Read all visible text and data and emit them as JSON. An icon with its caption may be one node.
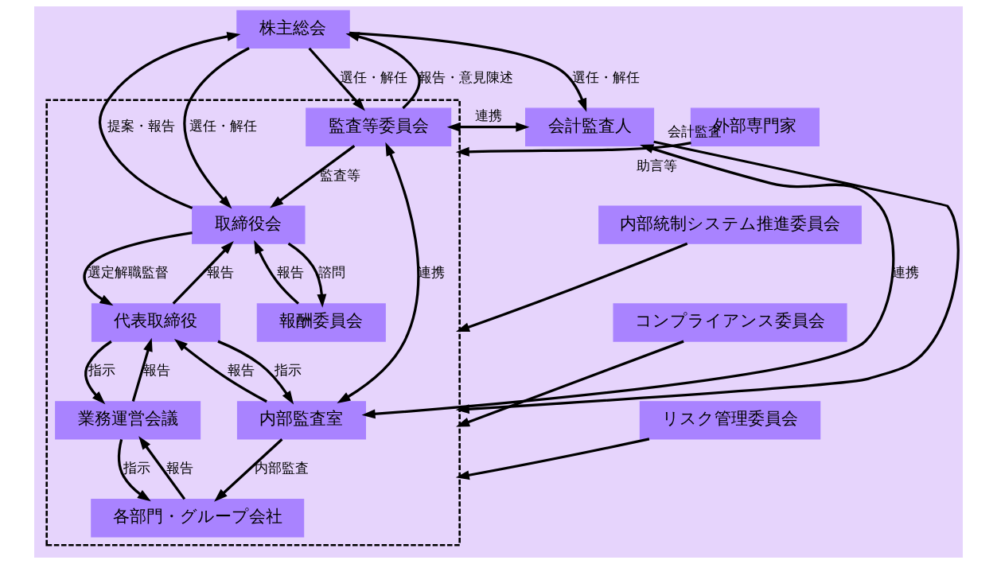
{
  "diagram": {
    "nodes": [
      {
        "text": [
          "株主総会"
        ]
      },
      {
        "text": [],
        "shape": "box"
      },
      {
        "text": [
          "取締役会"
        ],
        "in": 1
      },
      {
        "text": [
          "監査等委員会"
        ],
        "in": 1
      },
      {
        "text": [
          "報酬委員会"
        ],
        "in": 1
      },
      {
        "text": [
          "代表取締役"
        ],
        "in": 1
      },
      {
        "text": [
          "内部監査室"
        ],
        "in": 1
      },
      {
        "text": [
          "業務運営会議"
        ],
        "in": 1
      },
      {
        "text": [
          "各部門・グループ会社"
        ],
        "in": 1
      },
      {
        "text": [
          "外部専門家"
        ]
      },
      {
        "text": [
          "会計監査人"
        ]
      },
      {
        "text": [
          "内部統制システム推進委員会"
        ]
      },
      {
        "text": [
          "コンプライアンス委員会"
        ]
      },
      {
        "text": [
          "リスク管理委員会"
        ]
      }
    ],
    "edges": [
      {
        "from": 0,
        "to": 2,
        "arrow": "to",
        "label": "選任・解任"
      },
      {
        "from": 2,
        "to": 0,
        "arrow": "to",
        "label": "提案・報告"
      },
      {
        "from": 0,
        "to": 3,
        "arrow": "to",
        "label": "選任・解任"
      },
      {
        "from": 3,
        "to": 0,
        "arrow": "to",
        "label": "報告・意見陳述"
      },
      {
        "from": 9,
        "to": 1,
        "arrow": "to",
        "label": "助言等"
      },
      {
        "from": 0,
        "to": 10,
        "arrow": "to",
        "label": "選任・解任"
      },
      {
        "from": 3,
        "to": 2,
        "arrow": "to",
        "label": "監査等"
      },
      {
        "from": 3,
        "to": 10,
        "arrow": "both",
        "label": "連携"
      },
      {
        "from": 2,
        "to": 4,
        "arrow": "to",
        "label": "諮問"
      },
      {
        "from": 4,
        "to": 2,
        "arrow": "to",
        "label": "報告"
      },
      {
        "from": 2,
        "to": 5,
        "arrow": "to",
        "label": "選定解職監督"
      },
      {
        "from": 5,
        "to": 2,
        "arrow": "to",
        "label": "報告"
      },
      {
        "from": 3,
        "to": 6,
        "arrow": "both",
        "label": "連携"
      },
      {
        "from": 10,
        "to": 1,
        "arrow": "to",
        "label": "会計監査"
      },
      {
        "from": 6,
        "to": 5,
        "arrow": "to",
        "label": "報告"
      },
      {
        "from": 5,
        "to": 6,
        "arrow": "to",
        "label": "指示"
      },
      {
        "from": 6,
        "to": 10,
        "arrow": "both",
        "label": "連携"
      },
      {
        "from": 5,
        "to": 7,
        "arrow": "to",
        "label": "指示"
      },
      {
        "from": 7,
        "to": 5,
        "arrow": "to",
        "label": "報告"
      },
      {
        "from": 7,
        "to": 8,
        "arrow": "to",
        "label": "指示"
      },
      {
        "from": 8,
        "to": 7,
        "arrow": "to",
        "label": "報告"
      },
      {
        "from": 6,
        "to": 8,
        "arrow": "to",
        "label": "内部監査"
      },
      {
        "from": 11,
        "to": 1,
        "arrow": "to"
      },
      {
        "from": 12,
        "to": 1,
        "arrow": "to"
      },
      {
        "from": 13,
        "to": 1,
        "arrow": "to"
      }
    ]
  }
}
